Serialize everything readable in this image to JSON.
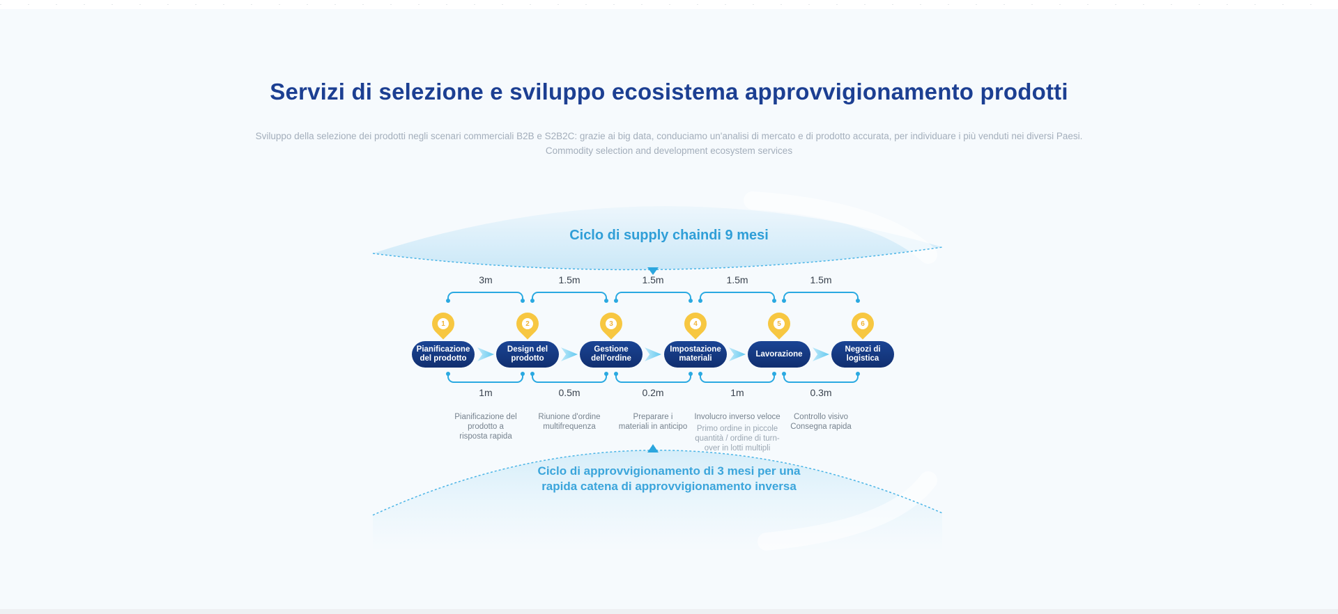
{
  "header": {
    "title": "Servizi di selezione e sviluppo ecosistema approvvigionamento prodotti",
    "subtitle": "Sviluppo della selezione dei prodotti negli scenari commerciali B2B e S2B2C: grazie ai big data, conduciamo un'analisi di mercato e di prodotto accurata, per individuare i più venduti nei diversi Paesi.",
    "subtitle_en": "Commodity selection and development ecosystem services"
  },
  "top_banner": {
    "label": "Ciclo di supply chaindi 9 mesi"
  },
  "bottom_banner": {
    "label": "Ciclo di approvvigionamento di 3 mesi per una\nrapida catena di approvvigionamento inversa"
  },
  "flow": {
    "steps": [
      {
        "number": "1",
        "label": "Pianificazione\ndel prodotto"
      },
      {
        "number": "2",
        "label": "Design del\nprodotto"
      },
      {
        "number": "3",
        "label": "Gestione\ndell'ordine"
      },
      {
        "number": "4",
        "label": "Impostazione\nmateriali"
      },
      {
        "number": "5",
        "label": "Lavorazione"
      },
      {
        "number": "6",
        "label": "Negozi di\nlogistica"
      }
    ],
    "top_intervals": [
      {
        "duration": "3m"
      },
      {
        "duration": "1.5m"
      },
      {
        "duration": "1.5m"
      },
      {
        "duration": "1.5m"
      },
      {
        "duration": "1.5m"
      }
    ],
    "bottom_intervals": [
      {
        "duration": "1m",
        "label": "Pianificazione del\nprodotto a\nrisposta rapida"
      },
      {
        "duration": "0.5m",
        "label": "Riunione d'ordine\nmultifrequenza"
      },
      {
        "duration": "0.2m",
        "label": "Preparare i\nmateriali in anticipo"
      },
      {
        "duration": "1m",
        "label": "Involucro inverso veloce",
        "note": "Primo ordine in piccole\nquantità / ordine di turn-\nover in lotti multipli"
      },
      {
        "duration": "0.3m",
        "label": "Controllo visivo\nConsegna rapida"
      }
    ]
  },
  "colors": {
    "accent_cyan": "#2aa9e1",
    "pill_navy": "#143a84",
    "pin_yellow": "#f7c741",
    "title_navy": "#1c3f92",
    "banner_text_blue": "#2f9ed7",
    "background": "#f6fafd"
  }
}
